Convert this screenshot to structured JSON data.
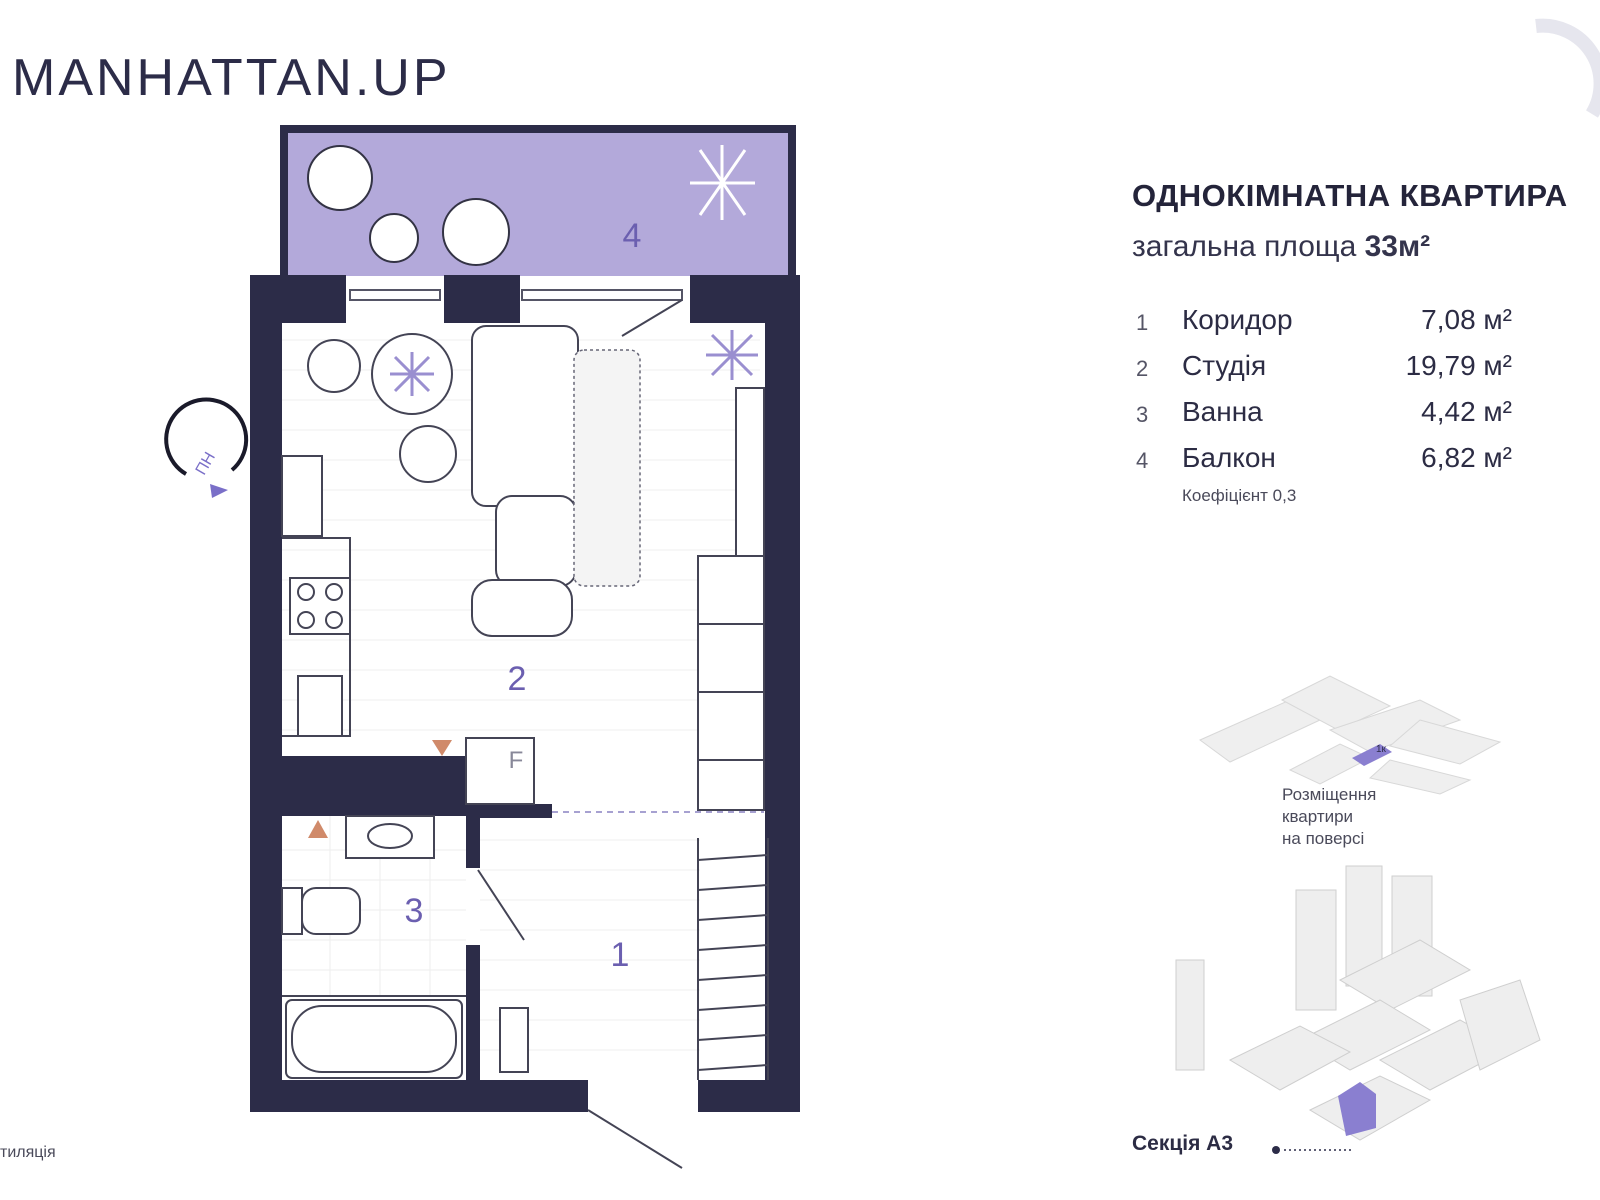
{
  "brand": {
    "logo": "MANHATTAN.UP"
  },
  "heading": {
    "title": "ОДНОКІМНАТНА КВАРТИРА",
    "subtitle_prefix": "загальна площа",
    "total_area": "33м²"
  },
  "rooms": [
    {
      "num": "1",
      "name": "Коридор",
      "area": "7,08 м²"
    },
    {
      "num": "2",
      "name": "Студія",
      "area": "19,79 м²"
    },
    {
      "num": "3",
      "name": "Ванна",
      "area": "4,42 м²"
    },
    {
      "num": "4",
      "name": "Балкон",
      "area": "6,82 м²"
    }
  ],
  "balcony_note": "Коефіцієнт 0,3",
  "plan_labels": {
    "r1": "1",
    "r2": "2",
    "r3": "3",
    "r4": "4",
    "fridge": "F",
    "compass": "ПН",
    "mini_tag": "1к"
  },
  "placement_label": [
    "Розміщення",
    "квартири",
    "на поверсі"
  ],
  "section_label": "Секція А3",
  "legend_partial": "тиляція",
  "colors": {
    "wall": "#2c2c48",
    "accent": "#b3a9da",
    "room_number": "#6b5fb0",
    "marker": "#d08a6a"
  }
}
